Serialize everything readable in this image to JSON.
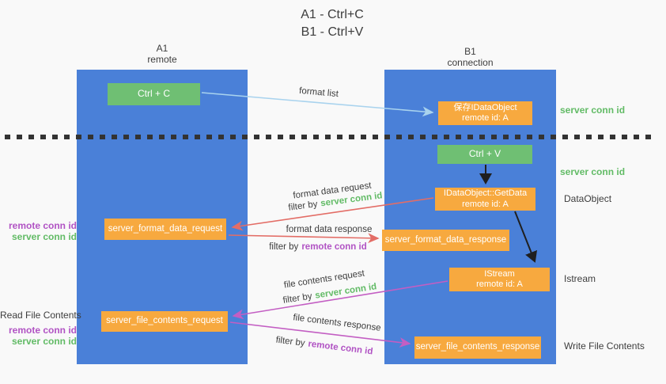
{
  "title": {
    "line1": "A1 - Ctrl+C",
    "line2": "B1 - Ctrl+V"
  },
  "lanes": {
    "left": {
      "name": "A1",
      "subtitle": "remote"
    },
    "right": {
      "name": "B1",
      "subtitle": "connection"
    }
  },
  "boxes": {
    "ctrl_c": {
      "label": "Ctrl + C"
    },
    "ctrl_v": {
      "label": "Ctrl + V"
    },
    "save_dataobject": {
      "line1": "保存IDataObject",
      "line2": "remote id: A"
    },
    "getdata": {
      "line1": "IDataObject::GetData",
      "line2": "remote id: A"
    },
    "istream": {
      "line1": "IStream",
      "line2": "remote id: A"
    },
    "server_format_data_request": {
      "label": "server_format_data_request"
    },
    "server_format_data_response": {
      "label": "server_format_data_response"
    },
    "server_file_contents_request": {
      "label": "server_file_contents_request"
    },
    "server_file_contents_response": {
      "label": "server_file_contents_response"
    }
  },
  "arrow_labels": {
    "format_list": "format list",
    "format_data_request": "format data request",
    "format_data_request_filter_prefix": "filter by",
    "format_data_request_filter_key": "server conn id",
    "format_data_response": "format data response",
    "format_data_response_filter_prefix": "filter by",
    "format_data_response_filter_key": "remote conn id",
    "file_contents_request": "file contents request",
    "file_contents_request_filter_prefix": "filter by",
    "file_contents_request_filter_key": "server conn id",
    "file_contents_response": "file contents response",
    "file_contents_response_filter_prefix": "filter by",
    "file_contents_response_filter_key": "remote conn id"
  },
  "side_labels": {
    "right_server_conn_id_top": "server conn id",
    "right_server_conn_id_mid": "server conn id",
    "dataobject": "DataObject",
    "istream": "Istream",
    "write_file_contents": "Write File Contents",
    "left_remote_conn_id_mid": "remote conn id",
    "left_server_conn_id_mid": "server conn id",
    "read_file_contents": "Read File Contents",
    "left_remote_conn_id_bottom": "remote conn id",
    "left_server_conn_id_bottom": "server conn id"
  },
  "colors": {
    "lane": "#4a80d8",
    "green_box": "#6fbf73",
    "orange_box": "#f7a93f",
    "green_text": "#62bb66",
    "purple_text": "#b153c4",
    "red_arrow": "#e36d66",
    "magenta_arrow": "#c35ec3",
    "blue_arrow": "#a9d3ee",
    "black_arrow": "#1f1f1f",
    "dotted": "#333333",
    "background": "#f9f9f9"
  }
}
